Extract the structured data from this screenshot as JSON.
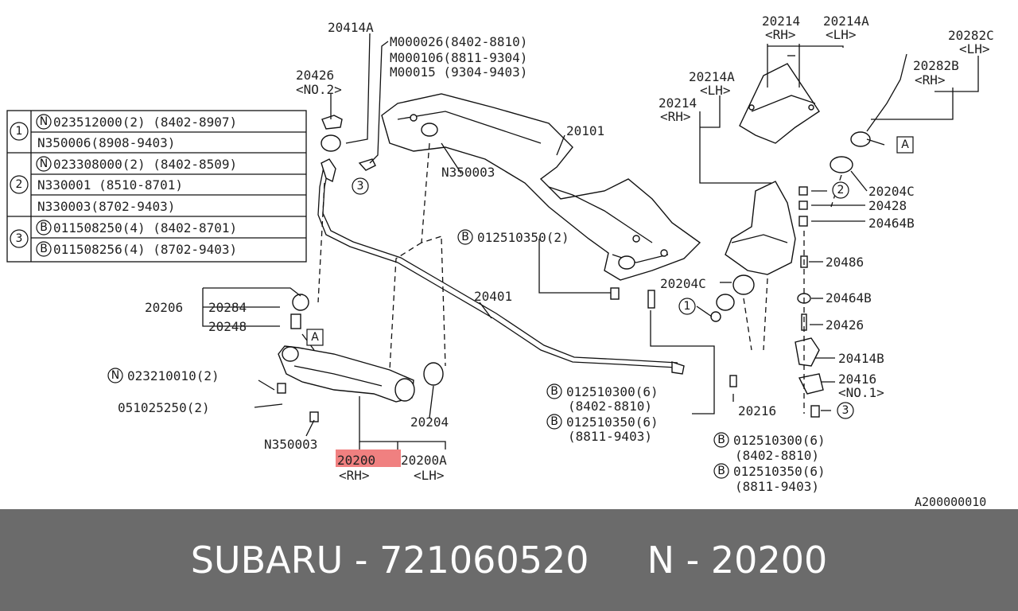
{
  "highlight_color": "#f08080",
  "footer": {
    "brand": "SUBARU",
    "sep1": " - ",
    "part_number": "721060520",
    "gap": "     ",
    "n_label": "N",
    "sep2": " - ",
    "ref": "20200"
  },
  "ref_table": [
    {
      "group": "1",
      "rows": [
        {
          "mark": "N",
          "text": "023512000(2) (8402-8907)"
        },
        {
          "mark": "",
          "text": "N350006(8908-9403)"
        }
      ]
    },
    {
      "group": "2",
      "rows": [
        {
          "mark": "N",
          "text": "023308000(2) (8402-8509)"
        },
        {
          "mark": "",
          "text": "N330001 (8510-8701)"
        },
        {
          "mark": "",
          "text": "N330003(8702-9403)"
        }
      ]
    },
    {
      "group": "3",
      "rows": [
        {
          "mark": "B",
          "text": "011508250(4) (8402-8701)"
        },
        {
          "mark": "B",
          "text": "011508256(4) (8702-9403)"
        }
      ]
    }
  ],
  "labels": {
    "l20414A": "20414A",
    "m000026": "M000026(8402-8810)",
    "m000106": "M000106(8811-9304)",
    "m00015": "M00015 (9304-9403)",
    "l20426a": "20426",
    "l20426a_sub": "<NO.2>",
    "l20101": "20101",
    "n350003a": "N350003",
    "l20214": "20214",
    "l20214_rh": "<RH>",
    "l20214A": "20214A",
    "l20214A_lh": "<LH>",
    "l20214A_2": "20214A",
    "l20214A_2_lh": "<LH>",
    "l20214_2": "20214",
    "l20214_2_rh": "<RH>",
    "l20282C": "20282C",
    "l20282C_lh": "<LH>",
    "l20282B": "20282B",
    "l20282B_rh": "<RH>",
    "l20204C": "20204C",
    "l20428": "20428",
    "l20464B": "20464B",
    "l20486": "20486",
    "l20204C_2": "20204C",
    "l20464B_2": "20464B",
    "l20426b": "20426",
    "l20414B": "20414B",
    "l20416": "20416",
    "l20416_sub": "<NO.1>",
    "l20216": "20216",
    "b012510350a": "012510350(2)",
    "l20401": "20401",
    "l20206": "20206",
    "l20284": "20284",
    "l20248": "20248",
    "n023210010": "023210010(2)",
    "l051025250": "051025250(2)",
    "n350003b": "N350003",
    "l20204": "20204",
    "l20200": "20200",
    "l20200_rh": "<RH>",
    "l20200A": "20200A",
    "l20200A_lh": "<LH>",
    "b012510300a": "012510300(6)",
    "b012510300a_d": "(8402-8810)",
    "b012510350b": "012510350(6)",
    "b012510350b_d": "(8811-9403)",
    "b012510300b": "012510300(6)",
    "b012510300b_d": "(8402-8810)",
    "b012510350c": "012510350(6)",
    "b012510350c_d": "(8811-9403)",
    "code": "A200000010",
    "marker_a": "A",
    "c1": "1",
    "c2": "2",
    "c3": "3",
    "mB": "B",
    "mN": "N"
  }
}
